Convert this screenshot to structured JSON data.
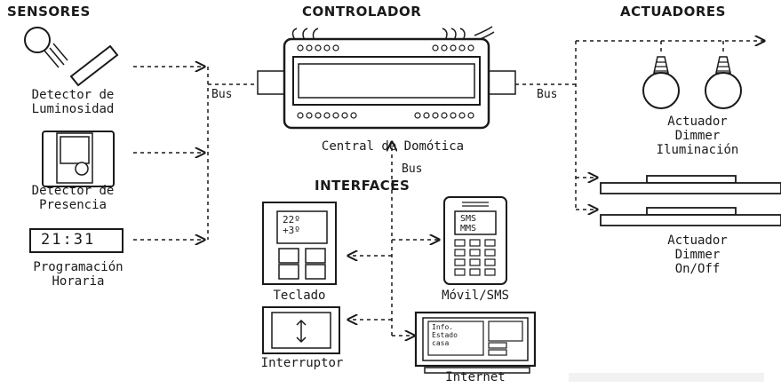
{
  "headers": {
    "sensores": "SENSORES",
    "controlador": "CONTROLADOR",
    "actuadores": "ACTUADORES",
    "interfaces": "INTERFACES"
  },
  "sensors": {
    "luminosity": [
      "Detector de",
      "Luminosidad"
    ],
    "presence": [
      "Detector de",
      "Presencia"
    ],
    "clock_display": "21:31",
    "programming": [
      "Programación",
      "Horaria"
    ]
  },
  "controller": {
    "label": "Central de Domótica"
  },
  "bus_labels": {
    "left": "Bus",
    "right": "Bus",
    "center": "Bus"
  },
  "actuators": {
    "dimmer": [
      "Actuador",
      "Dimmer",
      "Iluminación"
    ],
    "onoff": [
      "Actuador",
      "Dimmer",
      "On/Off"
    ]
  },
  "interfaces": {
    "keypad_display": [
      "22º",
      "+3º"
    ],
    "keypad": "Teclado",
    "mobile_display": [
      "SMS",
      "MMS"
    ],
    "mobile": "Móvil/SMS",
    "switch": "Interruptor",
    "internet_display": [
      "Info.",
      "Estado",
      "casa"
    ],
    "internet": "Internet"
  },
  "colors": {
    "line": "#1a1a1a",
    "dashed": "#333333",
    "background": "#ffffff"
  }
}
